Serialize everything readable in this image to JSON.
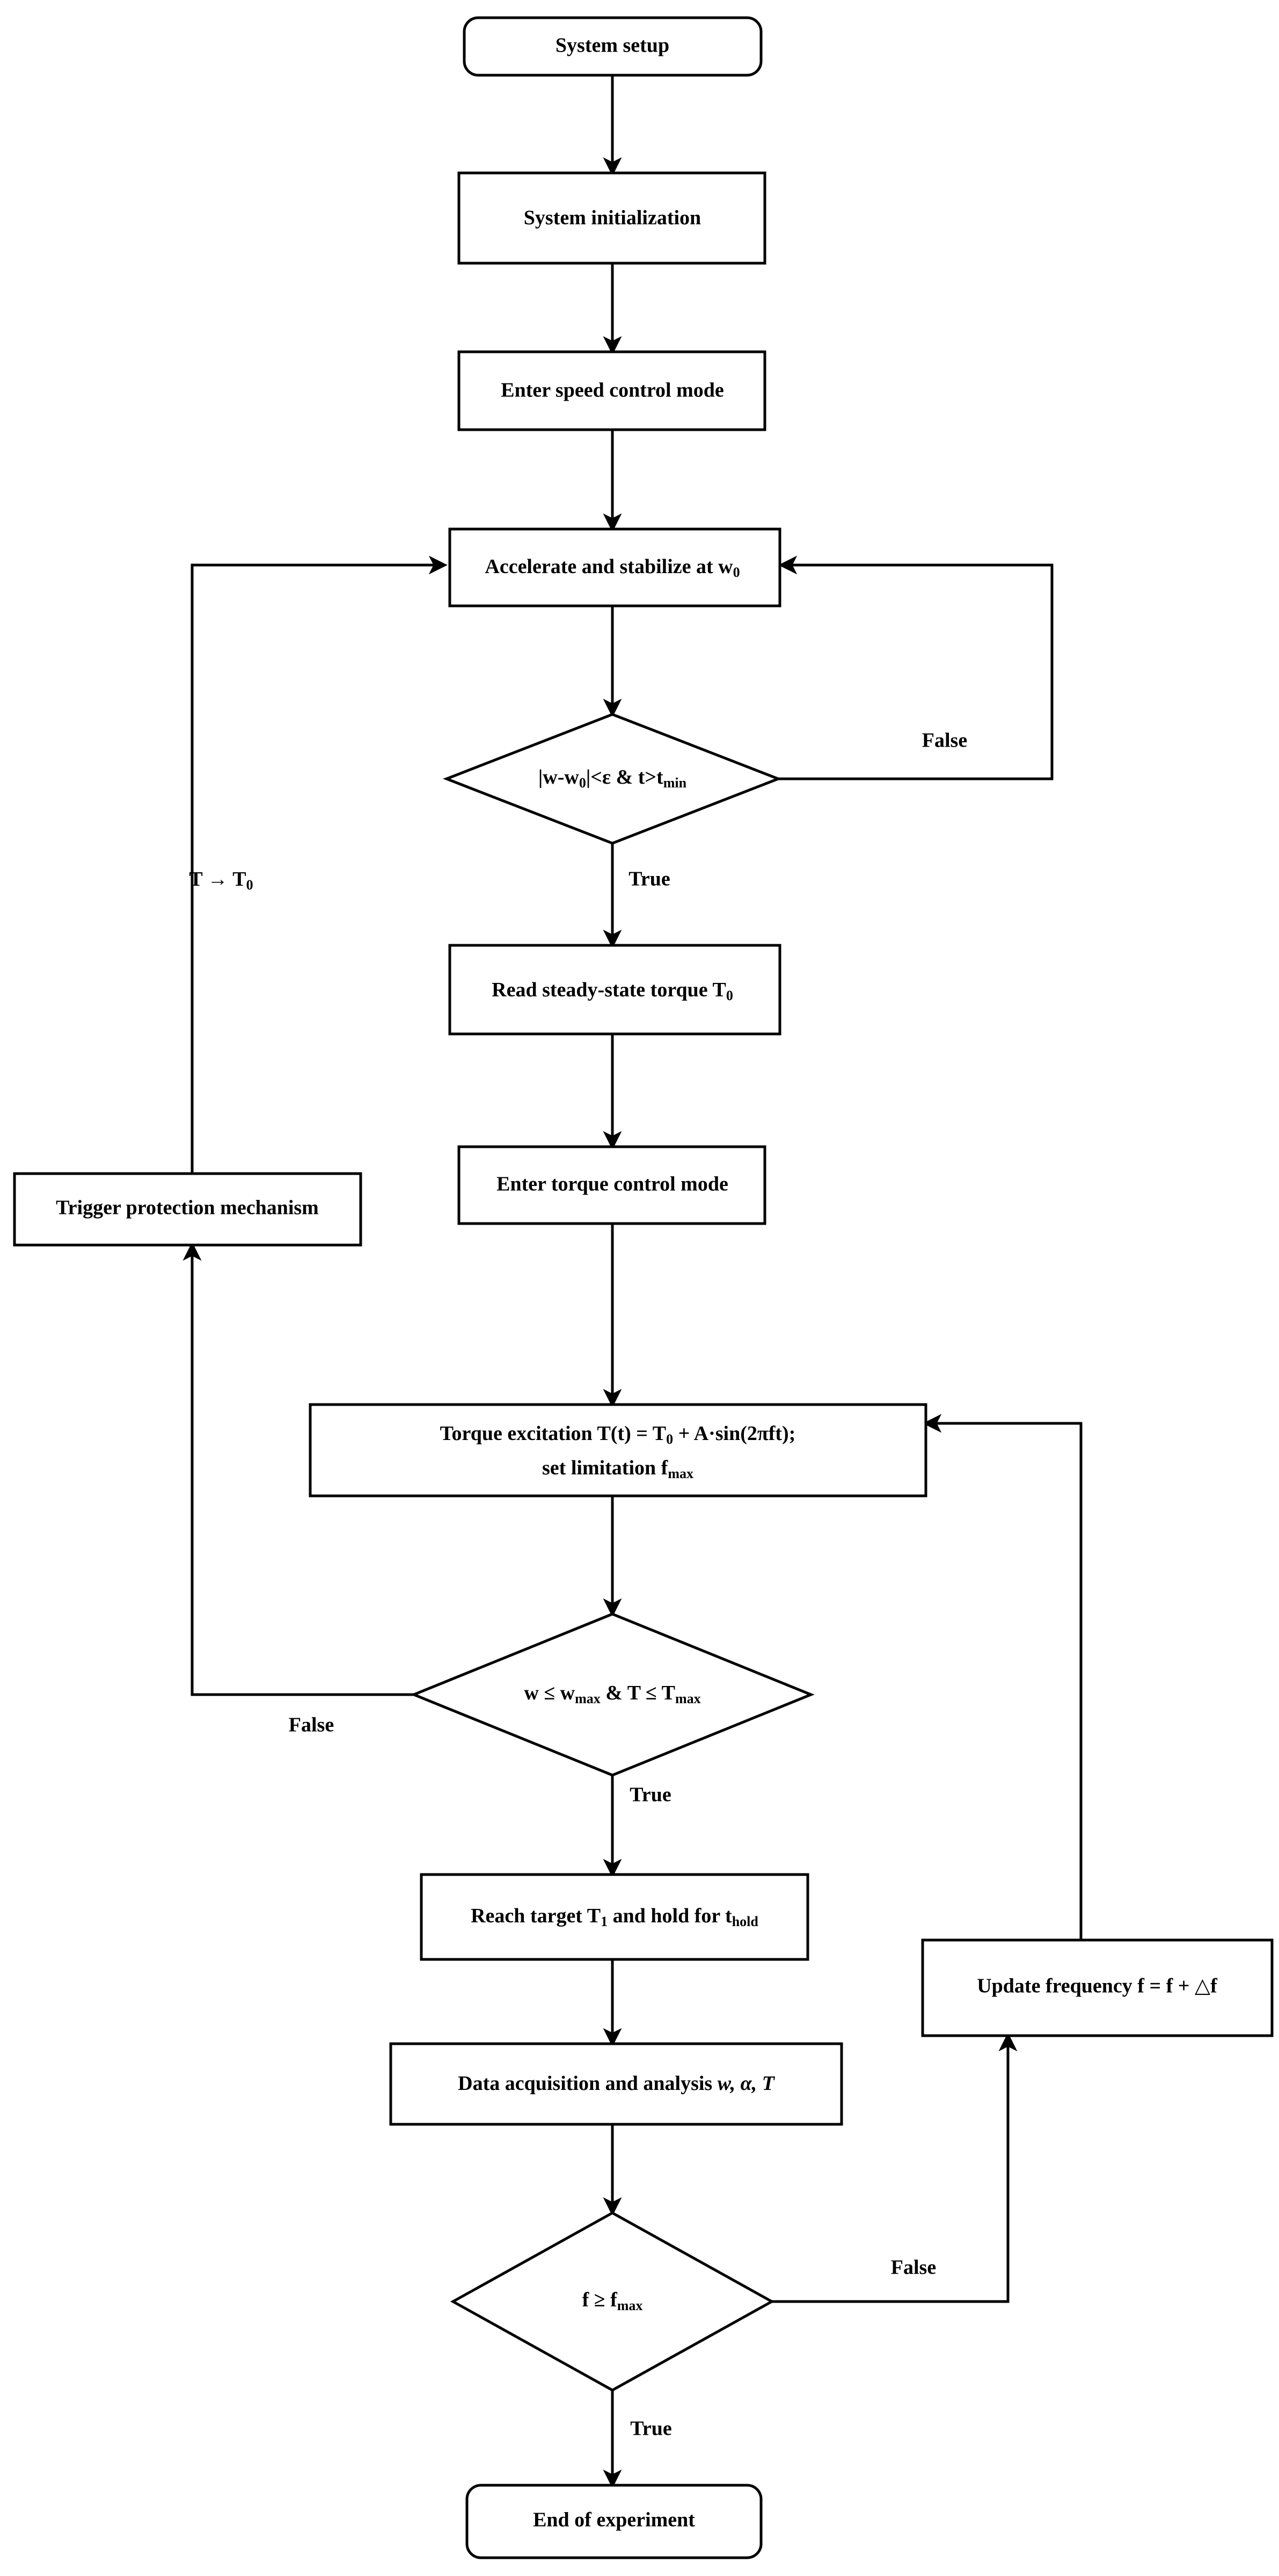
{
  "diagram": {
    "title": "Motor torque-excitation experiment flowchart",
    "background_color": "#ffffff",
    "line_color": "#000000",
    "shape_fill": "#ffffff"
  },
  "nodes": {
    "system_setup": {
      "label": "System setup",
      "shape": "rounded-rectangle"
    },
    "system_initialization": {
      "label": "System initialization",
      "shape": "rectangle"
    },
    "enter_speed_control": {
      "label": "Enter speed control mode",
      "shape": "rectangle"
    },
    "accelerate_stabilize": {
      "label_pre": "Accelerate and stabilize at w",
      "label_sub": "0",
      "shape": "rectangle"
    },
    "decision_speed": {
      "label_a": "|w-w",
      "label_a_sub": "0",
      "label_b": "|<ε & t>t",
      "label_b_sub": "min",
      "shape": "diamond"
    },
    "read_steady_torque": {
      "label_pre": "Read steady-state torque T",
      "label_sub": "0",
      "shape": "rectangle"
    },
    "enter_torque_control": {
      "label": "Enter torque control mode",
      "shape": "rectangle"
    },
    "trigger_protection": {
      "label": "Trigger protection mechanism",
      "shape": "rectangle"
    },
    "torque_excitation": {
      "line1_a": "Torque excitation T(t) = T",
      "line1_a_sub": "0",
      "line1_b": " + A·sin(2πft);",
      "line2_a": "set limitation f",
      "line2_a_sub": "max",
      "shape": "rectangle"
    },
    "decision_limits": {
      "label_a": "w ≤ w",
      "label_a_sub": "max",
      "label_b": " & T ≤ T",
      "label_b_sub": "max",
      "shape": "diamond"
    },
    "reach_target": {
      "label_a": "Reach target T",
      "label_a_sub": "1",
      "label_b": " and hold for t",
      "label_b_sub": "hold",
      "shape": "rectangle"
    },
    "data_acquisition": {
      "label_a": "Data acquisition and analysis ",
      "label_b": "w, α, T",
      "shape": "rectangle"
    },
    "update_frequency": {
      "label": "Update frequency f = f + △f",
      "shape": "rectangle"
    },
    "decision_freq": {
      "label_a": "f ≥ f",
      "label_a_sub": "max",
      "shape": "diamond"
    },
    "end_experiment": {
      "label": "End of experiment",
      "shape": "rounded-rectangle"
    }
  },
  "edge_labels": {
    "speed_false": "False",
    "speed_true": "True",
    "torque_return": "T → T",
    "torque_return_sub": "0",
    "limits_false": "False",
    "limits_true": "True",
    "freq_false": "False",
    "freq_true": "True"
  }
}
